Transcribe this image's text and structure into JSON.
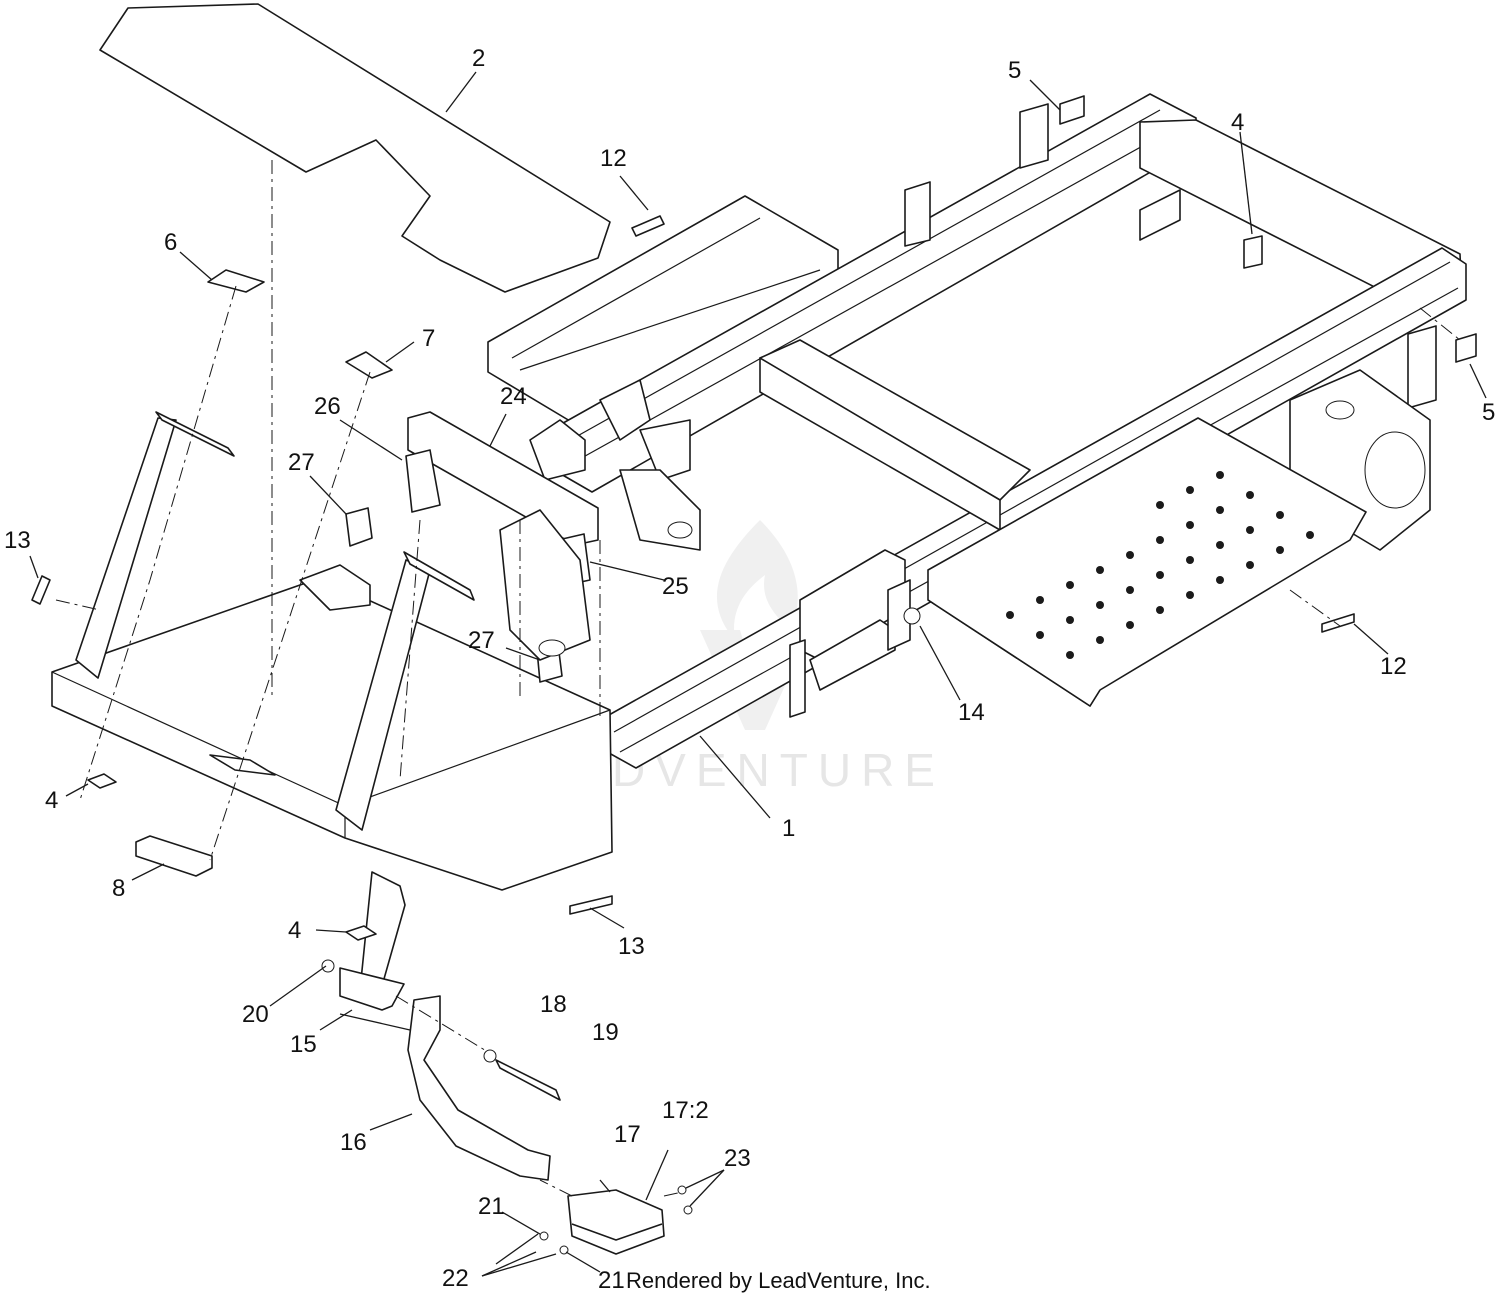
{
  "watermark": "LEADVENTURE",
  "credit": "Rendered by LeadVenture, Inc.",
  "callouts": [
    {
      "key": "c1",
      "label": "1"
    },
    {
      "key": "c2",
      "label": "2"
    },
    {
      "key": "c4a",
      "label": "4"
    },
    {
      "key": "c4b",
      "label": "4"
    },
    {
      "key": "c4c",
      "label": "4"
    },
    {
      "key": "c5a",
      "label": "5"
    },
    {
      "key": "c5b",
      "label": "5"
    },
    {
      "key": "c6",
      "label": "6"
    },
    {
      "key": "c7",
      "label": "7"
    },
    {
      "key": "c8",
      "label": "8"
    },
    {
      "key": "c12a",
      "label": "12"
    },
    {
      "key": "c12b",
      "label": "12"
    },
    {
      "key": "c13a",
      "label": "13"
    },
    {
      "key": "c13b",
      "label": "13"
    },
    {
      "key": "c14",
      "label": "14"
    },
    {
      "key": "c15",
      "label": "15"
    },
    {
      "key": "c16",
      "label": "16"
    },
    {
      "key": "c17",
      "label": "17"
    },
    {
      "key": "c17_2",
      "label": "17:2"
    },
    {
      "key": "c18",
      "label": "18"
    },
    {
      "key": "c19",
      "label": "19"
    },
    {
      "key": "c20",
      "label": "20"
    },
    {
      "key": "c21a",
      "label": "21"
    },
    {
      "key": "c21b",
      "label": "21"
    },
    {
      "key": "c22",
      "label": "22"
    },
    {
      "key": "c23",
      "label": "23"
    },
    {
      "key": "c24",
      "label": "24"
    },
    {
      "key": "c25",
      "label": "25"
    },
    {
      "key": "c26",
      "label": "26"
    },
    {
      "key": "c27a",
      "label": "27"
    },
    {
      "key": "c27b",
      "label": "27"
    }
  ]
}
